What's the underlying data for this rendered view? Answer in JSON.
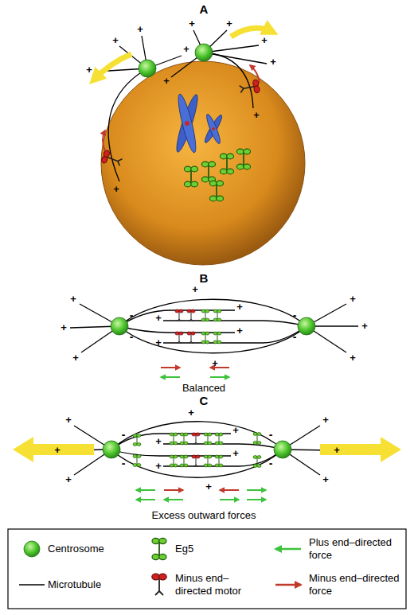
{
  "diagram": {
    "labels": [
      "A",
      "+",
      "+",
      "+",
      "+",
      "+",
      "+",
      "+",
      "+",
      "+",
      "+",
      "+",
      "B",
      "+",
      "+",
      "+",
      "+",
      "+",
      "+",
      "+",
      "+",
      "+",
      "+",
      "+",
      "+",
      "-",
      "-",
      "-",
      "-",
      "Balanced",
      "C",
      "+",
      "+",
      "+",
      "+",
      "+",
      "+",
      "+",
      "+",
      "+",
      "+",
      "+",
      "+",
      "-",
      "-",
      "-",
      "-",
      "Excess outward forces"
    ],
    "legend": [
      {
        "text": "Centrosome"
      },
      {
        "text": "Microtubule"
      },
      {
        "text": "Eg5"
      },
      {
        "text": "Minus end–directed motor"
      },
      {
        "text": "Plus end–directed force"
      },
      {
        "text": "Minus end–directed force"
      }
    ]
  }
}
